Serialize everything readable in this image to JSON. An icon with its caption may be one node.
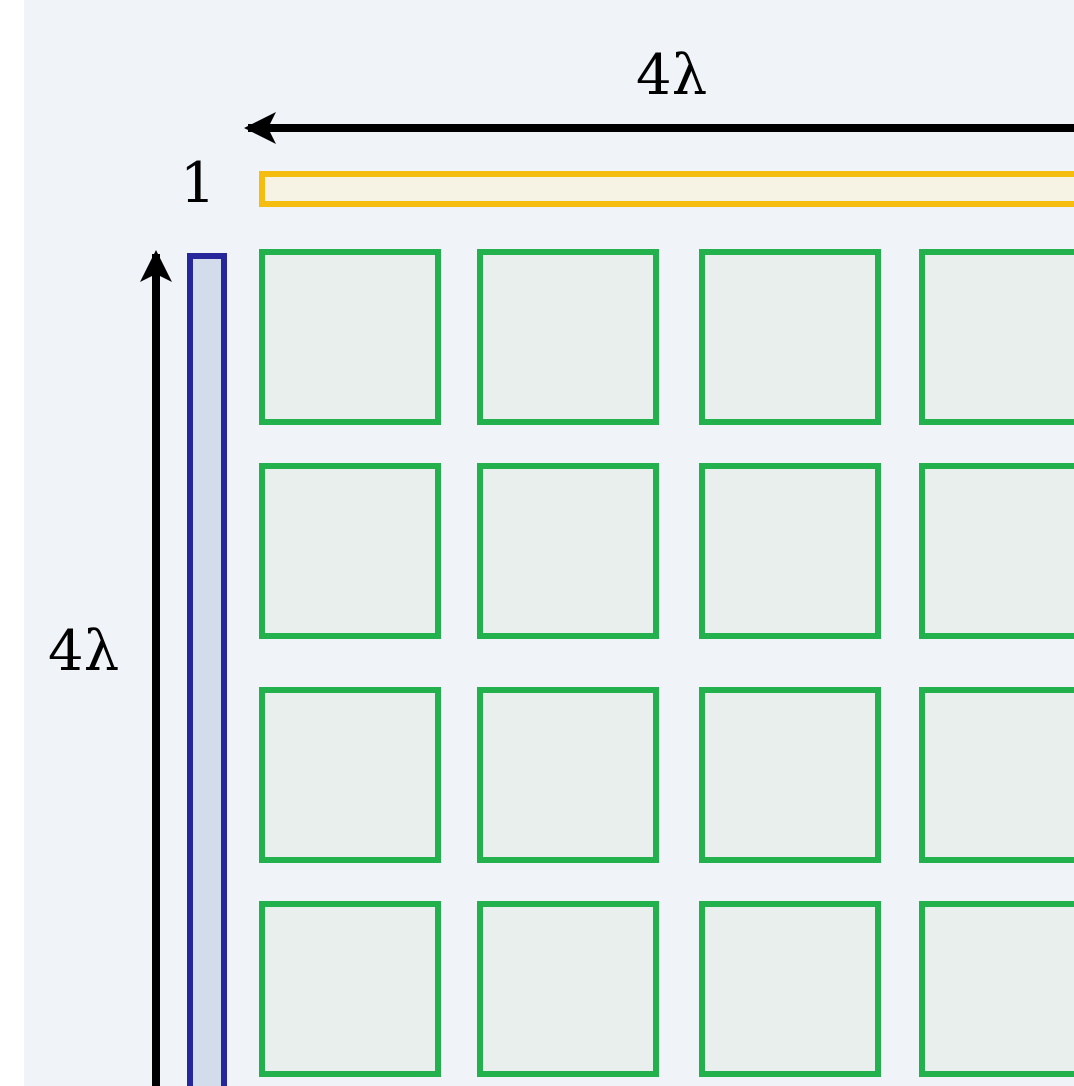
{
  "diagram": {
    "labels": [
      "4λ",
      "1",
      "4λ"
    ]
  }
}
